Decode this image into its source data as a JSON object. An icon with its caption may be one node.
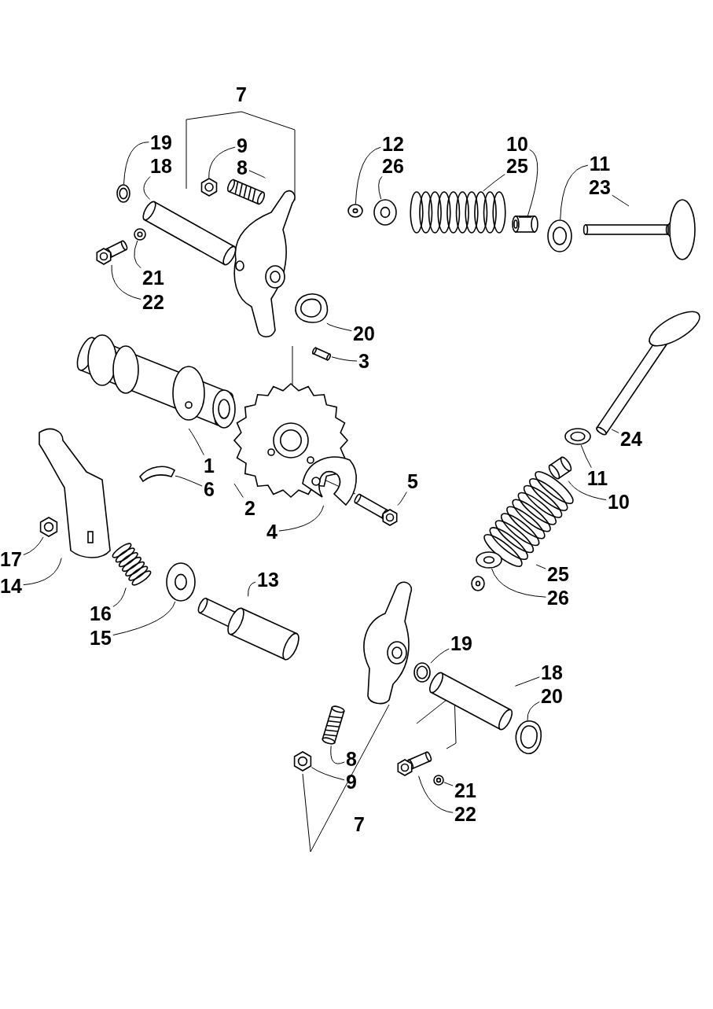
{
  "diagram": {
    "nodes": [
      {
        "text": [
          "7"
        ]
      },
      {
        "text": [
          "19"
        ]
      },
      {
        "text": [
          "18"
        ]
      },
      {
        "text": [
          "9"
        ]
      },
      {
        "text": [
          "8"
        ]
      },
      {
        "text": [
          "21"
        ]
      },
      {
        "text": [
          "22"
        ]
      },
      {
        "text": [
          "12"
        ]
      },
      {
        "text": [
          "26"
        ]
      },
      {
        "text": [
          "10"
        ]
      },
      {
        "text": [
          "25"
        ]
      },
      {
        "text": [
          "11"
        ]
      },
      {
        "text": [
          "23"
        ]
      },
      {
        "text": [
          "20"
        ]
      },
      {
        "text": [
          "3"
        ]
      },
      {
        "text": [
          "1"
        ]
      },
      {
        "text": [
          "6"
        ]
      },
      {
        "text": [
          "24"
        ]
      },
      {
        "text": [
          "5"
        ]
      },
      {
        "text": [
          "2"
        ]
      },
      {
        "text": [
          "4"
        ]
      },
      {
        "text": [
          "11"
        ]
      },
      {
        "text": [
          "10"
        ]
      },
      {
        "text": [
          "17"
        ]
      },
      {
        "text": [
          "14"
        ]
      },
      {
        "text": [
          "13"
        ]
      },
      {
        "text": [
          "16"
        ]
      },
      {
        "text": [
          "15"
        ]
      },
      {
        "text": [
          "25"
        ]
      },
      {
        "text": [
          "26"
        ]
      },
      {
        "text": [
          "19"
        ]
      },
      {
        "text": [
          "18"
        ]
      },
      {
        "text": [
          "20"
        ]
      },
      {
        "text": [
          "8"
        ]
      },
      {
        "text": [
          "9"
        ]
      },
      {
        "text": [
          "21"
        ]
      },
      {
        "text": [
          "22"
        ]
      },
      {
        "text": [
          "7"
        ]
      },
      {
        "text": [],
        "shape": "picture"
      },
      {
        "text": [],
        "shape": "picture"
      },
      {
        "text": [],
        "shape": "picture"
      },
      {
        "text": [],
        "shape": "picture"
      },
      {
        "text": [],
        "shape": "picture"
      },
      {
        "text": [],
        "shape": "picture"
      },
      {
        "text": [],
        "shape": "picture"
      },
      {
        "text": [],
        "shape": "picture"
      },
      {
        "text": [],
        "shape": "picture"
      },
      {
        "text": [],
        "shape": "picture"
      },
      {
        "text": [],
        "shape": "picture"
      },
      {
        "text": [],
        "shape": "picture"
      },
      {
        "text": [],
        "shape": "picture"
      },
      {
        "text": [],
        "shape": "picture"
      },
      {
        "text": [],
        "shape": "picture"
      },
      {
        "text": [],
        "shape": "picture"
      },
      {
        "text": [],
        "shape": "picture"
      },
      {
        "text": [],
        "shape": "picture"
      },
      {
        "text": [],
        "shape": "picture"
      },
      {
        "text": [],
        "shape": "picture"
      },
      {
        "text": [],
        "shape": "picture"
      },
      {
        "text": [],
        "shape": "picture"
      },
      {
        "text": [],
        "shape": "picture"
      },
      {
        "text": [],
        "shape": "picture"
      },
      {
        "text": [],
        "shape": "picture"
      },
      {
        "text": [],
        "shape": "picture"
      },
      {
        "text": [],
        "shape": "picture"
      },
      {
        "text": [],
        "shape": "picture"
      },
      {
        "text": [],
        "shape": "picture"
      },
      {
        "text": [],
        "shape": "picture"
      },
      {
        "text": [],
        "shape": "picture"
      },
      {
        "text": [],
        "shape": "picture"
      },
      {
        "text": [],
        "shape": "picture"
      },
      {
        "text": [],
        "shape": "picture"
      },
      {
        "text": [],
        "shape": "picture"
      },
      {
        "text": [],
        "shape": "picture"
      },
      {
        "text": [],
        "shape": "picture"
      },
      {
        "text": [],
        "shape": "picture"
      },
      {
        "text": [],
        "shape": "picture"
      }
    ],
    "edges": [
      {
        "from": 1,
        "to": 38,
        "arrow": "none"
      },
      {
        "from": 2,
        "to": 39,
        "arrow": "none"
      },
      {
        "from": 3,
        "to": 40,
        "arrow": "none"
      },
      {
        "from": 4,
        "to": 41,
        "arrow": "none"
      },
      {
        "from": 5,
        "to": 43,
        "arrow": "none"
      },
      {
        "from": 6,
        "to": 44,
        "arrow": "none"
      },
      {
        "from": 7,
        "to": 45,
        "arrow": "none"
      },
      {
        "from": 8,
        "to": 46,
        "arrow": "none"
      },
      {
        "from": 9,
        "to": 48,
        "arrow": "none"
      },
      {
        "from": 10,
        "to": 47,
        "arrow": "none"
      },
      {
        "from": 11,
        "to": 49,
        "arrow": "none"
      },
      {
        "from": 12,
        "to": 50,
        "arrow": "none"
      },
      {
        "from": 13,
        "to": 51,
        "arrow": "none"
      },
      {
        "from": 14,
        "to": 52,
        "arrow": "none"
      },
      {
        "from": 15,
        "to": 53,
        "arrow": "none"
      },
      {
        "from": 16,
        "to": 54,
        "arrow": "none"
      },
      {
        "from": 17,
        "to": 55,
        "arrow": "none"
      },
      {
        "from": 18,
        "to": 56,
        "arrow": "none"
      },
      {
        "from": 19,
        "to": 57,
        "arrow": "none"
      },
      {
        "from": 20,
        "to": 58,
        "arrow": "none"
      },
      {
        "from": 21,
        "to": 59,
        "arrow": "none"
      },
      {
        "from": 22,
        "to": 60,
        "arrow": "none"
      },
      {
        "from": 23,
        "to": 65,
        "arrow": "none"
      },
      {
        "from": 24,
        "to": 64,
        "arrow": "none"
      },
      {
        "from": 25,
        "to": 68,
        "arrow": "none"
      },
      {
        "from": 26,
        "to": 66,
        "arrow": "none"
      },
      {
        "from": 27,
        "to": 67,
        "arrow": "none"
      },
      {
        "from": 28,
        "to": 61,
        "arrow": "none"
      },
      {
        "from": 29,
        "to": 62,
        "arrow": "none"
      },
      {
        "from": 30,
        "to": 70,
        "arrow": "none"
      },
      {
        "from": 31,
        "to": 71,
        "arrow": "none"
      },
      {
        "from": 32,
        "to": 72,
        "arrow": "none"
      },
      {
        "from": 33,
        "to": 73,
        "arrow": "none"
      },
      {
        "from": 34,
        "to": 74,
        "arrow": "none"
      },
      {
        "from": 35,
        "to": 75,
        "arrow": "none"
      },
      {
        "from": 36,
        "to": 76,
        "arrow": "none"
      }
    ]
  }
}
